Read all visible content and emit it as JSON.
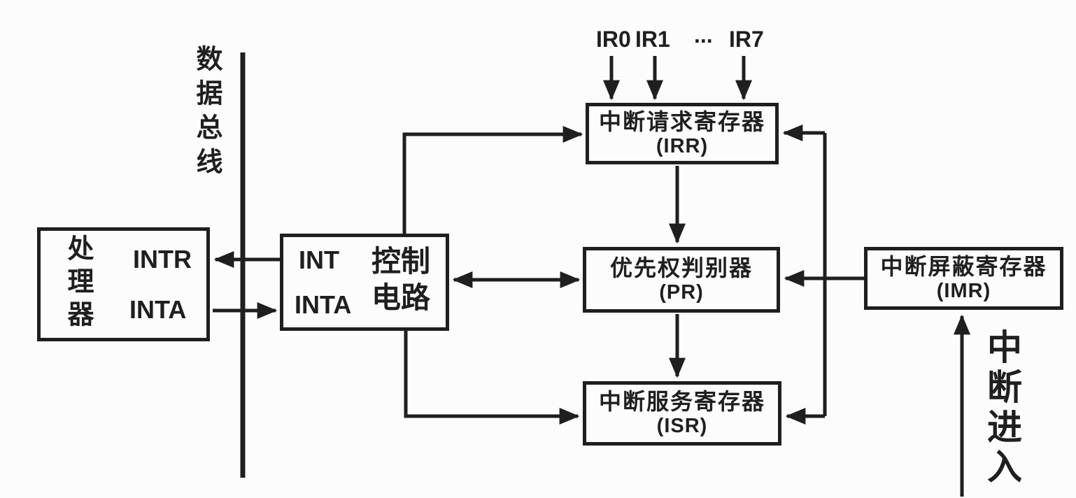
{
  "diagram": {
    "bus_label": "数据总线",
    "interrupt_in_label": "中断进入",
    "ir_inputs": {
      "ir0": "IR0",
      "ir1": "IR1",
      "ellipsis": "...",
      "ir7": "IR7"
    },
    "processor": {
      "name": "处理器",
      "signals": [
        "INTR",
        "INTA"
      ]
    },
    "control": {
      "signals": [
        "INT",
        "INTA"
      ],
      "label_line1": "控制",
      "label_line2": "电路"
    },
    "registers": {
      "irr": {
        "name": "中断请求寄存器",
        "abbr": "(IRR)"
      },
      "pr": {
        "name": "优先权判别器",
        "abbr": "(PR)"
      },
      "isr": {
        "name": "中断服务寄存器",
        "abbr": "(ISR)"
      },
      "imr": {
        "name": "中断屏蔽寄存器",
        "abbr": "(IMR)"
      }
    }
  },
  "colors": {
    "ink": "#1f1f1f",
    "background": "#fcfcfc"
  }
}
